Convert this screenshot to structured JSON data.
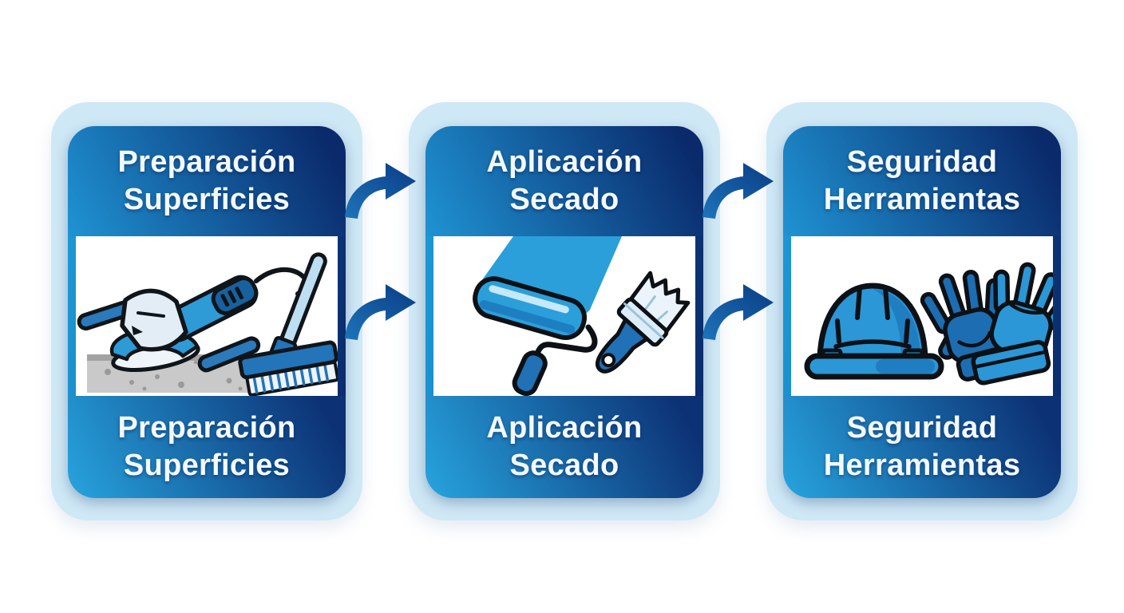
{
  "diagram": {
    "background": "#ffffff",
    "cards": [
      {
        "id": "preparacion-superficies",
        "title": {
          "line1": "Preparación",
          "line2": "Superficies"
        },
        "footer": {
          "line1": "Preparación",
          "line2": "Superficies"
        },
        "icons": [
          "angle-grinder-icon",
          "scrub-brush-icon",
          "concrete-slab-icon"
        ]
      },
      {
        "id": "aplicacion-secado",
        "title": {
          "line1": "Aplicación",
          "line2": "Secado"
        },
        "footer": {
          "line1": "Aplicación",
          "line2": "Secado"
        },
        "icons": [
          "paint-roller-icon",
          "paint-swath-icon",
          "paint-brush-icon"
        ]
      },
      {
        "id": "seguridad-herramientas",
        "title": {
          "line1": "Seguridad",
          "line2": "Herramientas"
        },
        "footer": {
          "line1": "Seguridad",
          "line2": "Herramientas"
        },
        "icons": [
          "hard-hat-icon",
          "safety-gloves-icon"
        ]
      }
    ],
    "arrows": [
      {
        "name": "curved-arrow-right-icon",
        "from": "preparacion-superficies",
        "to": "aplicacion-secado",
        "position": "top"
      },
      {
        "name": "curved-arrow-right-icon",
        "from": "preparacion-superficies",
        "to": "aplicacion-secado",
        "position": "middle"
      },
      {
        "name": "curved-arrow-right-icon",
        "from": "aplicacion-secado",
        "to": "seguridad-herramientas",
        "position": "top"
      },
      {
        "name": "curved-arrow-right-icon",
        "from": "aplicacion-secado",
        "to": "seguridad-herramientas",
        "position": "middle"
      }
    ],
    "colors": {
      "card_border": "#cfe8f6",
      "gradient_light": "#1f93d3",
      "gradient_dark": "#0a2a6b",
      "footer_gradient_light": "#27a4de",
      "footer_gradient_dark": "#0c3174",
      "arrow_light": "#1d74ba",
      "arrow_dark": "#0a3c84",
      "panel_background": "#ffffff",
      "title_text": "#f3f9fe",
      "illustration_blue": "#2e9ad6",
      "illustration_dark_blue": "#1d6db2"
    }
  }
}
